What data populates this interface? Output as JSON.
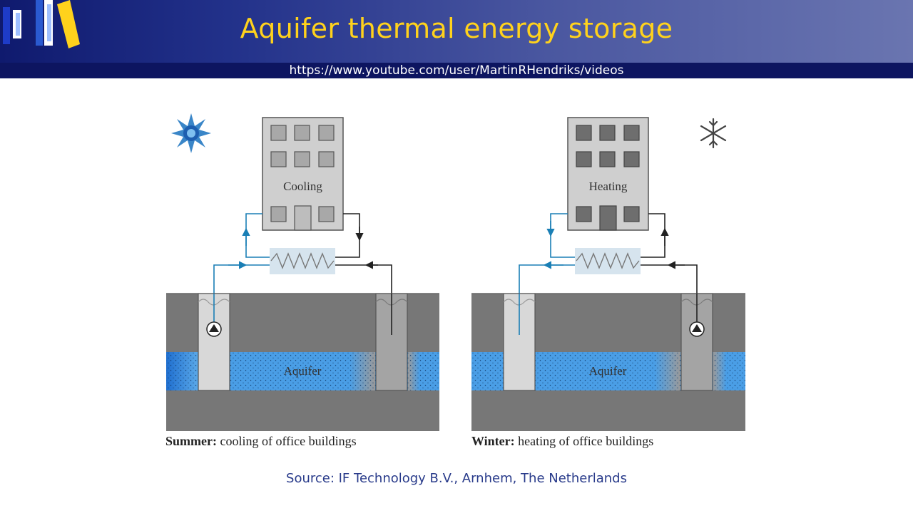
{
  "slide": {
    "title": "Aquifer thermal energy storage",
    "url": "https://www.youtube.com/user/MartinRHendriks/videos",
    "source": "Source: IF Technology B.V., Arnhem, The Netherlands"
  },
  "panels": {
    "summer": {
      "building_label": "Cooling",
      "aquifer_label": "Aquifer",
      "caption_bold": "Summer:",
      "caption_text": " cooling of office buildings",
      "weather_icon": "sun-icon"
    },
    "winter": {
      "building_label": "Heating",
      "aquifer_label": "Aquifer",
      "caption_bold": "Winter:",
      "caption_text": " heating of office buildings",
      "weather_icon": "snowflake-icon"
    }
  },
  "colors": {
    "title": "#ffd21c",
    "header_dark": "#0f1a6e",
    "ground": "#7a7a7a",
    "aquifer": "#3b8fd6",
    "cold_pipe": "#1a7fb5",
    "warm_pipe": "#222222",
    "source_text": "#283a8a"
  }
}
